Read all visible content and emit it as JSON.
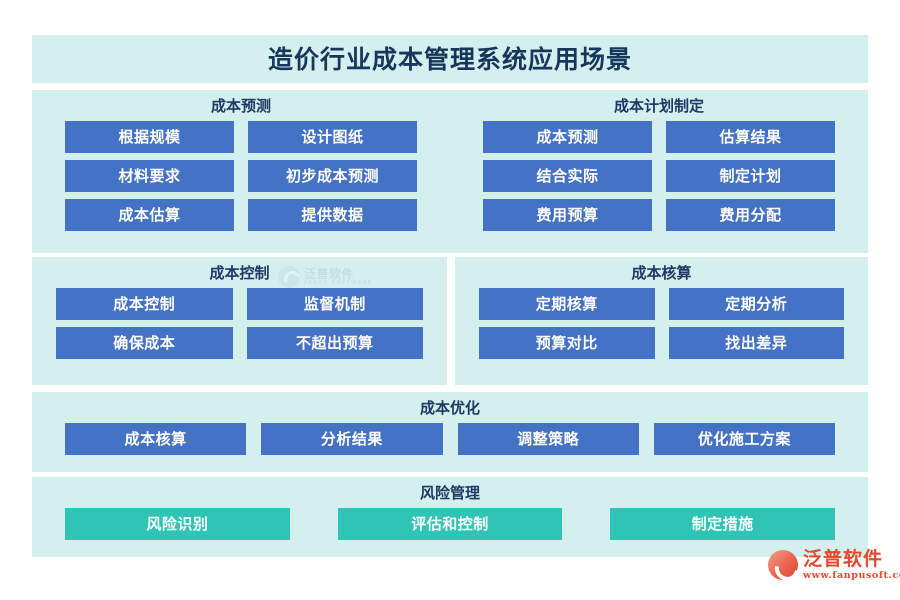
{
  "title": "造价行业成本管理系统应用场景",
  "sections": [
    {
      "id": "cost-forecast",
      "header": "成本预测",
      "style": "blue",
      "columns": 2,
      "items": [
        "根据规模",
        "设计图纸",
        "材料要求",
        "初步成本预测",
        "成本估算",
        "提供数据"
      ]
    },
    {
      "id": "cost-plan",
      "header": "成本计划制定",
      "style": "blue",
      "columns": 2,
      "items": [
        "成本预测",
        "估算结果",
        "结合实际",
        "制定计划",
        "费用预算",
        "费用分配"
      ]
    },
    {
      "id": "cost-control",
      "header": "成本控制",
      "style": "blue",
      "columns": 2,
      "items": [
        "成本控制",
        "监督机制",
        "确保成本",
        "不超出预算"
      ]
    },
    {
      "id": "cost-accounting",
      "header": "成本核算",
      "style": "blue",
      "columns": 2,
      "items": [
        "定期核算",
        "定期分析",
        "预算对比",
        "找出差异"
      ]
    },
    {
      "id": "cost-optimization",
      "header": "成本优化",
      "style": "blue",
      "columns": 4,
      "items": [
        "成本核算",
        "分析结果",
        "调整策略",
        "优化施工方案"
      ]
    },
    {
      "id": "risk-management",
      "header": "风险管理",
      "style": "teal",
      "columns": 3,
      "items": [
        "风险识别",
        "评估和控制",
        "制定措施"
      ]
    }
  ],
  "watermark": {
    "name_cn": "泛普软件",
    "name_en": "FANPU SOFTWARE"
  },
  "brand": {
    "name_cn": "泛普软件",
    "url": "www.fanpusoft.com"
  },
  "colors": {
    "panel_bg": "#D3F0EF",
    "box_blue": "#4472C4",
    "box_teal": "#2EC4B6",
    "header_text": "#1F3864",
    "title_text": "#16365C",
    "brand_red": "#E8472C"
  }
}
